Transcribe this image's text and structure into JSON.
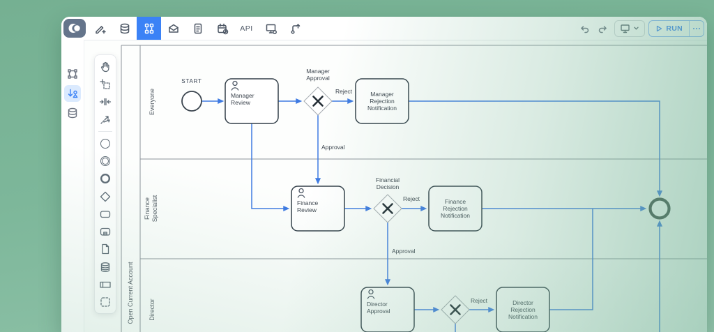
{
  "colors": {
    "background_green": "#7cb79a",
    "accent_blue": "#3b82f6",
    "connector_blue": "#3e7ae2",
    "shape_stroke": "#333f49",
    "selected_sidebar_bg": "#dbeafe"
  },
  "toolbar": {
    "tabs": [
      {
        "icon": "pencil-plus-icon"
      },
      {
        "icon": "database-icon"
      },
      {
        "icon": "workflow-nodes-icon",
        "selected": true
      },
      {
        "icon": "envelope-icon"
      },
      {
        "icon": "document-icon"
      },
      {
        "icon": "calendar-clock-icon"
      },
      {
        "icon": "api-text-icon"
      },
      {
        "icon": "monitor-settings-icon"
      },
      {
        "icon": "branch-deploy-icon"
      }
    ],
    "api_label": "API",
    "run_label": "RUN"
  },
  "sidebar": {
    "items": [
      {
        "icon": "flow-frame-icon"
      },
      {
        "icon": "sort-person-icon",
        "selected": true
      },
      {
        "icon": "database-icon"
      }
    ]
  },
  "palette": {
    "tools": [
      "hand-tool-icon",
      "lasso-tool-icon",
      "space-tool-icon",
      "connector-tool-icon",
      "start-event-icon",
      "intermediate-event-icon",
      "end-event-icon",
      "gateway-icon",
      "task-icon",
      "subprocess-icon",
      "data-object-icon",
      "data-store-icon",
      "participant-icon",
      "group-icon"
    ]
  },
  "diagram": {
    "pool_label": "Open Current Account",
    "lanes": [
      "Everyone",
      "Finance Specialist",
      "Director"
    ],
    "start_label": "START",
    "nodes": {
      "manager_review": "Manager Review",
      "manager_approval": "Manager Approval",
      "manager_rejection": "Manager Rejection Notification",
      "finance_review": "Finance Review",
      "financial_decision": "Financial Decision",
      "finance_rejection": "Finance Rejection Notification",
      "director_approval": "Director Approval",
      "director_rejection": "Director Rejection Notification"
    },
    "edges": {
      "reject": "Reject",
      "approval": "Approval"
    }
  }
}
